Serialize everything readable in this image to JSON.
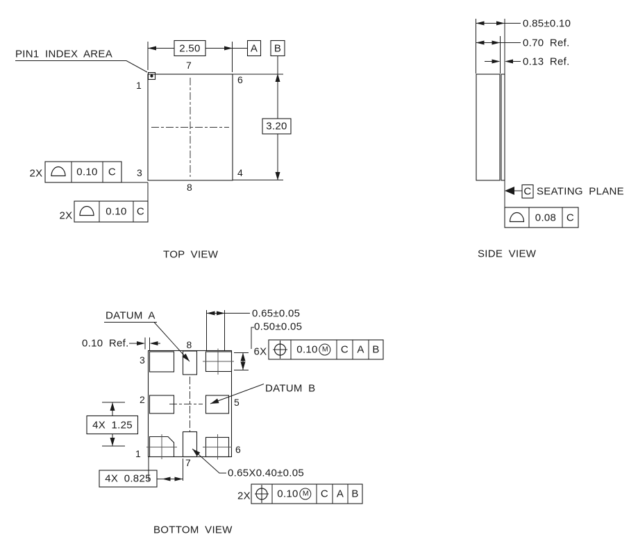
{
  "drawing": {
    "top_view": {
      "title": "TOP VIEW",
      "pin1_callout": "PIN1 INDEX AREA",
      "dim_width": "2.50",
      "dim_height": "3.20",
      "datum_a": "A",
      "datum_b": "B",
      "pins": {
        "p1": "1",
        "p3": "3",
        "p4": "4",
        "p6": "6",
        "p7": "7",
        "p8": "8"
      },
      "fcf1": {
        "qty": "2X",
        "symbol": "profile-of-surface",
        "tolerance": "0.10",
        "datum": "C"
      },
      "fcf2": {
        "qty": "2X",
        "symbol": "profile-of-surface",
        "tolerance": "0.10",
        "datum": "C"
      }
    },
    "side_view": {
      "title": "SIDE VIEW",
      "dim_total_height": "0.85±0.10",
      "dim_body_height": "0.70 Ref.",
      "dim_lid_thickness": "0.13 Ref.",
      "seating_plane_datum": "C",
      "seating_plane_label": "SEATING PLANE",
      "fcf": {
        "symbol": "profile-of-surface",
        "tolerance": "0.08",
        "datum": "C"
      }
    },
    "bottom_view": {
      "title": "BOTTOM VIEW",
      "datum_a_callout": "DATUM A",
      "datum_b_callout": "DATUM B",
      "dim_edge_ref": "0.10 Ref.",
      "dim_pad_width": "0.65±0.05",
      "dim_pad_height": "0.50±0.05",
      "dim_row_pitch": "4X 1.25",
      "dim_col_pitch": "4X 0.825",
      "dim_center_pad": "0.65X0.40±0.05",
      "pins": {
        "p1": "1",
        "p2": "2",
        "p3": "3",
        "p5": "5",
        "p6": "6",
        "p7": "7",
        "p8": "8"
      },
      "fcf_pads": {
        "qty": "6X",
        "symbol": "true-position",
        "tolerance": "0.10",
        "modifier": "M",
        "datums": [
          "C",
          "A",
          "B"
        ]
      },
      "fcf_center_pads": {
        "qty": "2X",
        "symbol": "true-position",
        "tolerance": "0.10",
        "modifier": "M",
        "datums": [
          "C",
          "A",
          "B"
        ]
      }
    },
    "colors": {
      "line": "#1a1a1a",
      "background": "#ffffff"
    }
  }
}
